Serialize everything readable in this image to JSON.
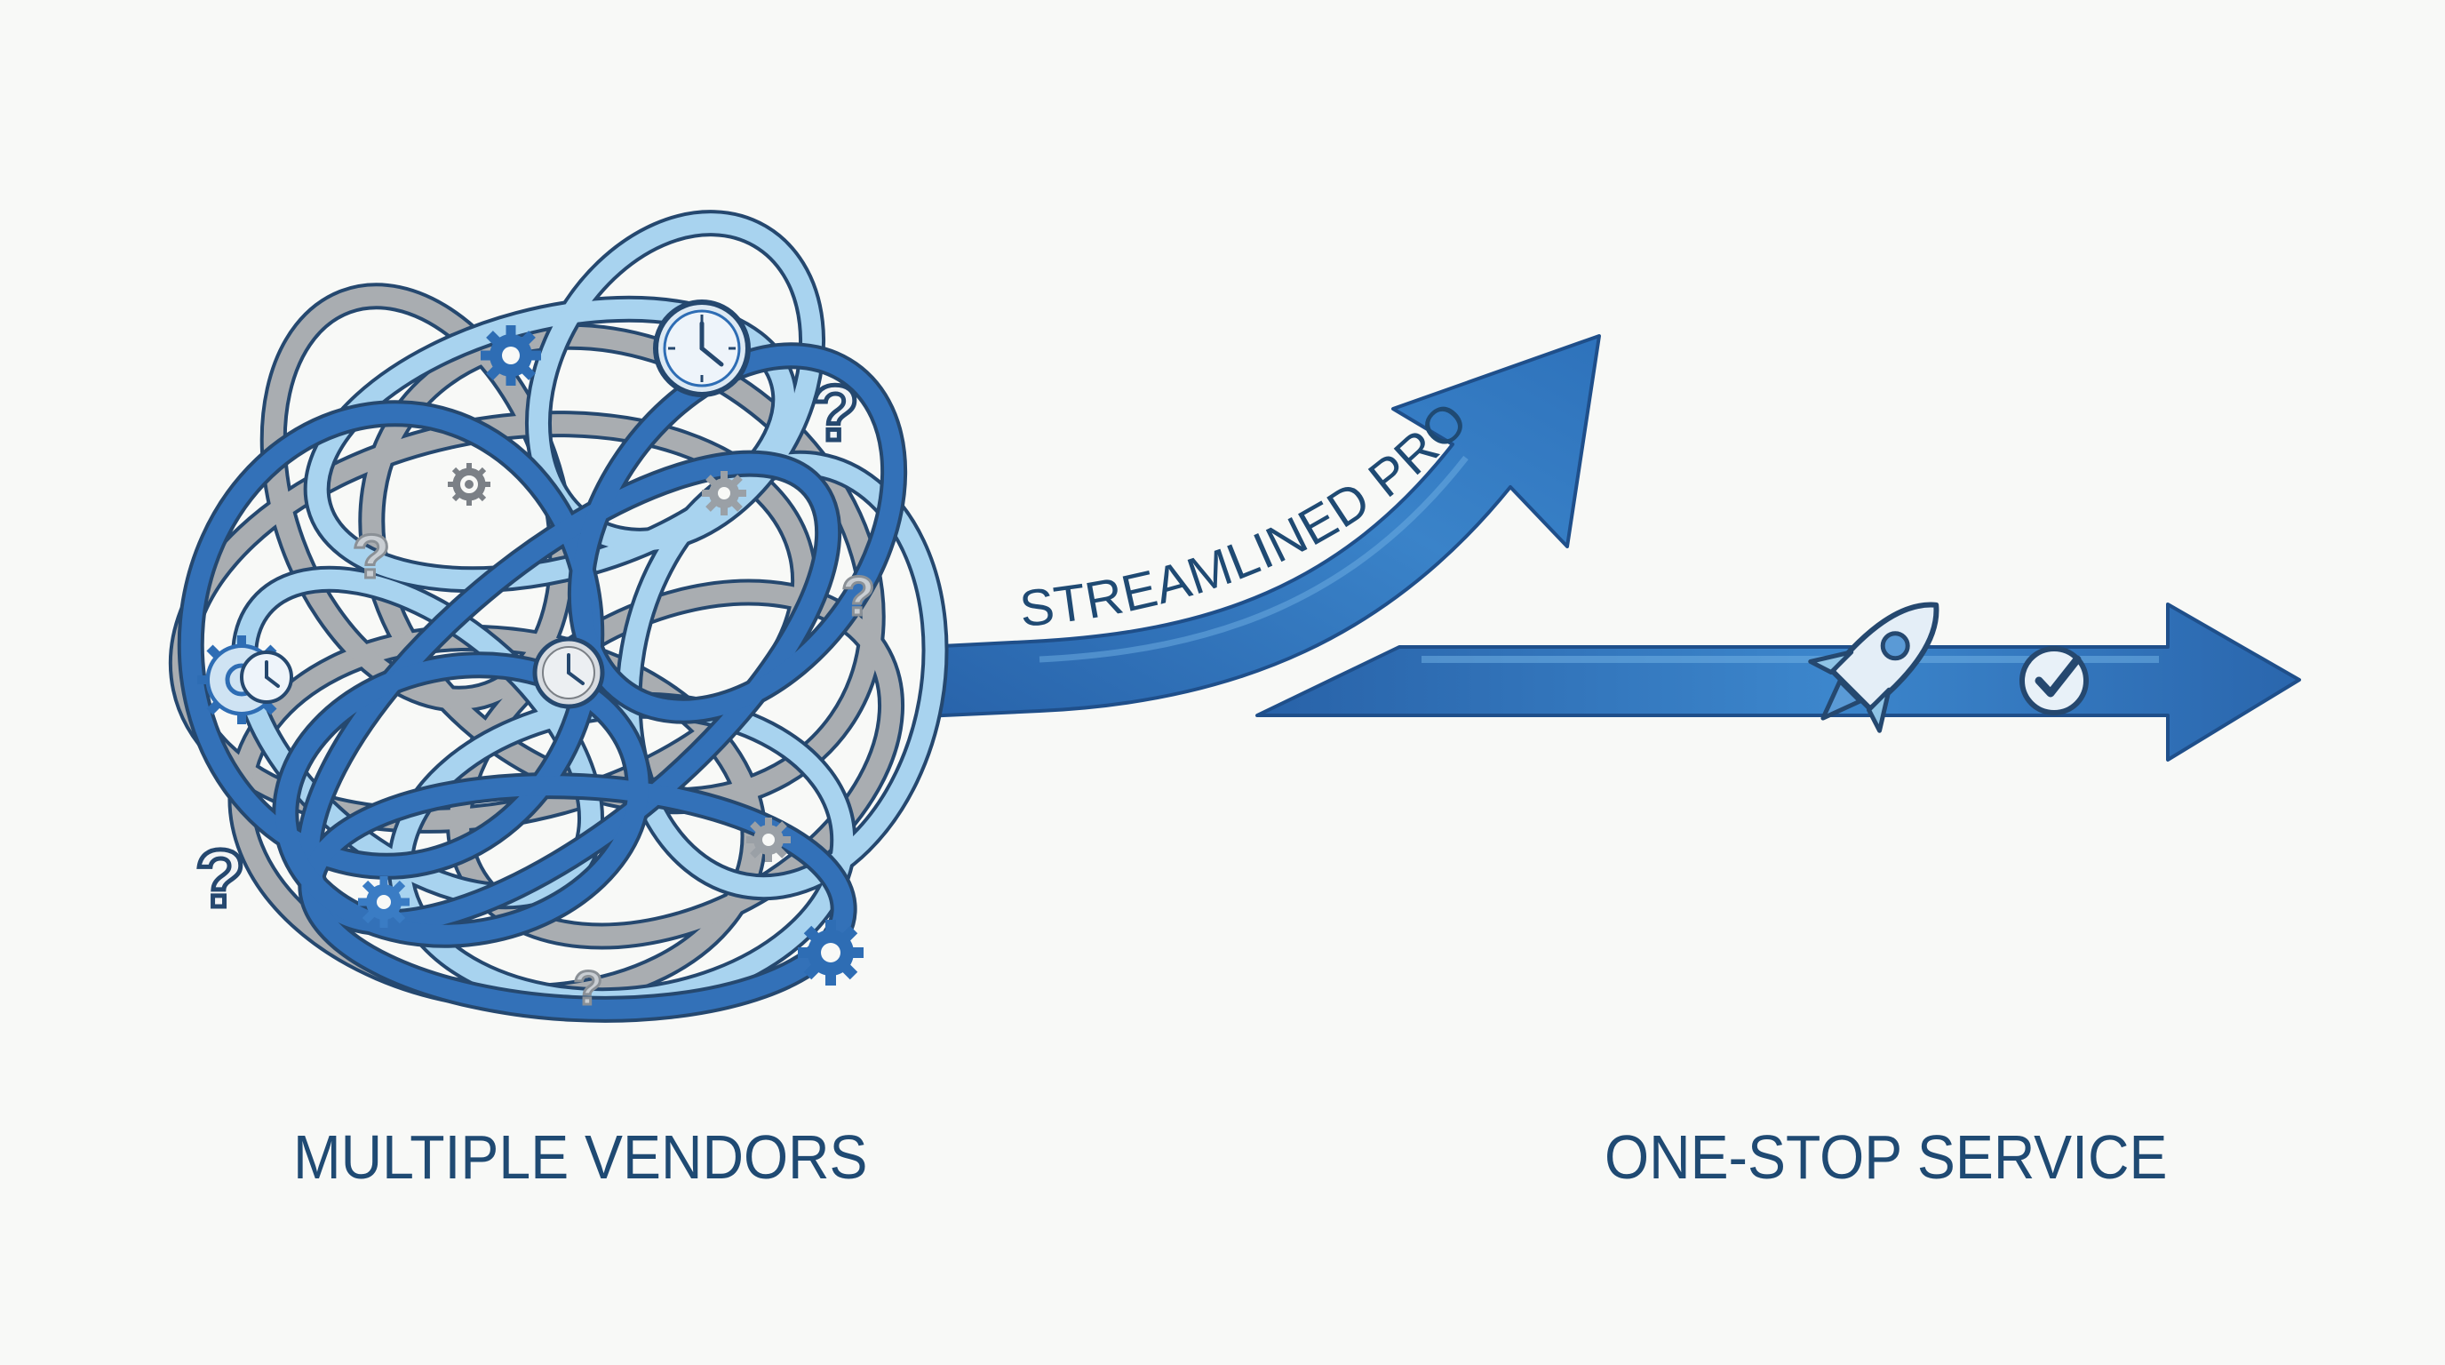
{
  "labels": {
    "left": "MULTIPLE VENDORS",
    "right": "ONE-STOP SERVICE",
    "curved_arrow": "STREAMLINED PROCESS"
  },
  "colors": {
    "background": "#f8f9f7",
    "text": "#1f4a73",
    "blue": "#2e6db4",
    "light_blue": "#8fc4e6",
    "grey": "#9ea3a8",
    "outline": "#25486f"
  },
  "icons": {
    "gear": "gear-icon",
    "clock": "clock-icon",
    "question": "question-mark-icon",
    "rocket": "rocket-icon",
    "check": "checkmark-circle-icon"
  },
  "glyphs": {
    "question": "?"
  }
}
